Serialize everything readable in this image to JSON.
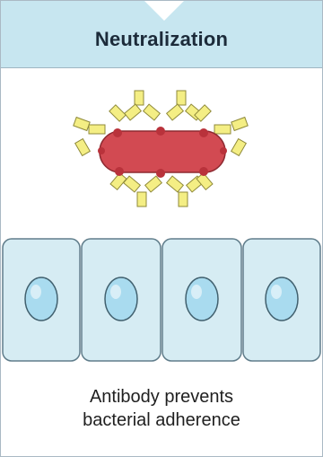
{
  "header": {
    "title": "Neutralization"
  },
  "caption": {
    "line1": "Antibody prevents",
    "line2": "bacterial adherence"
  },
  "colors": {
    "header_bg": "#c7e6f0",
    "bacterium": "#d24a52",
    "antibody": "#f4ee84",
    "cell_fill": "#d6ecf3",
    "nucleus": "#a9dbef"
  }
}
